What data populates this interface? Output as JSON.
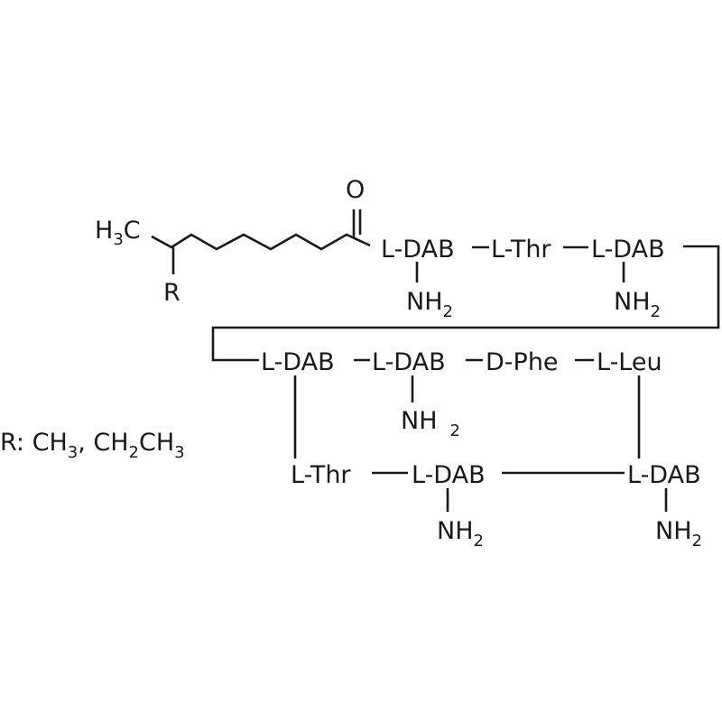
{
  "structure": {
    "tail": {
      "h3c": "H",
      "h3c_sub": "3",
      "h3c_end": "C",
      "oxygen": "O",
      "r_label": "R"
    },
    "top_row": {
      "res1": "L-DAB",
      "res2": "L-Thr",
      "res3": "L-DAB",
      "nh": "NH",
      "nh_sub": "2"
    },
    "mid_row": {
      "res1": "L-DAB",
      "res2": "L-DAB",
      "res3": "D-Phe",
      "res4": "L-Leu",
      "nh": "NH",
      "nh_sub": "2"
    },
    "bottom_row": {
      "res1": "L-Thr",
      "res2": "L-DAB",
      "res3": "L-DAB",
      "nh": "NH",
      "nh_sub": "2"
    },
    "r_definition": {
      "prefix": "R: CH",
      "sub1": "3",
      "mid1": ", CH",
      "sub2": "2",
      "mid2": "CH",
      "sub3": "3"
    }
  }
}
